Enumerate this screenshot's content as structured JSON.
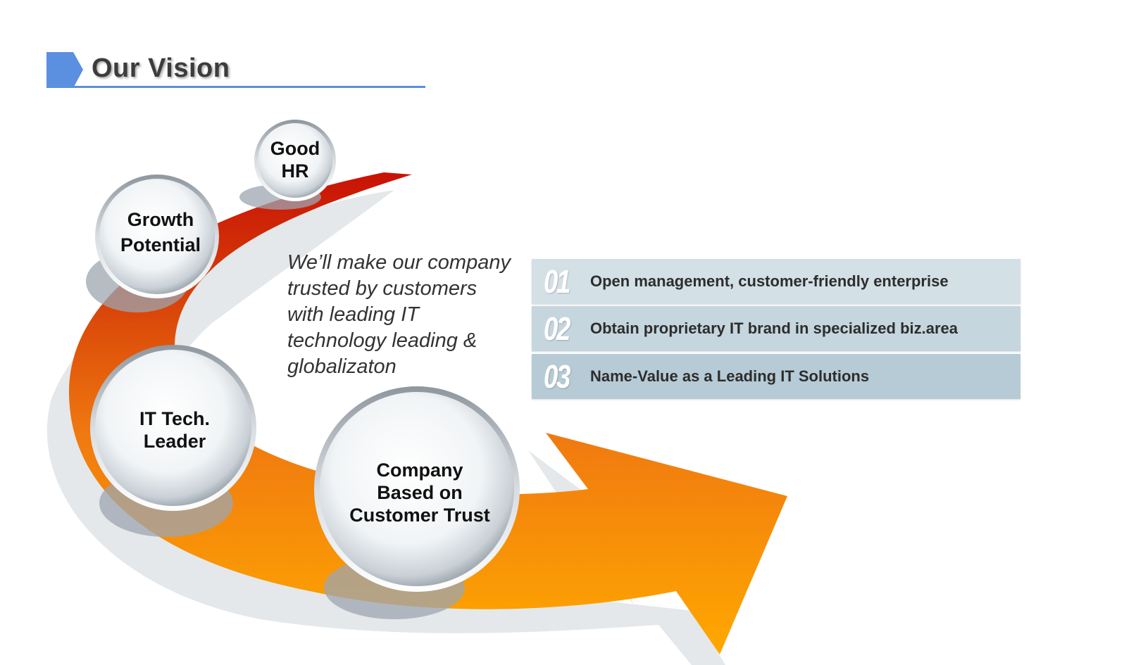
{
  "header": {
    "title": "Our Vision",
    "accent_color": "#5b8fe0"
  },
  "diagram": {
    "arrow_colors": [
      "#c81206",
      "#f07a10",
      "#ffa800"
    ],
    "nodes": [
      {
        "lines": [
          "Good",
          "HR"
        ]
      },
      {
        "lines": [
          "Growth",
          "Potential"
        ]
      },
      {
        "lines": [
          "IT Tech.",
          "Leader"
        ]
      },
      {
        "lines": [
          "Company",
          "Based on",
          "Customer Trust"
        ]
      }
    ],
    "vision_statement": [
      "We’ll make our company",
      "trusted by customers",
      "with leading IT",
      "technology leading &",
      "globalizaton"
    ]
  },
  "goals": [
    {
      "number": "01",
      "text": "Open management, customer-friendly enterprise",
      "color": "#d3e0e6"
    },
    {
      "number": "02",
      "text": "Obtain proprietary IT brand in specialized biz.area",
      "color": "#c5d6de"
    },
    {
      "number": "03",
      "text": "Name-Value as a Leading IT Solutions",
      "color": "#b6cbd5"
    }
  ]
}
